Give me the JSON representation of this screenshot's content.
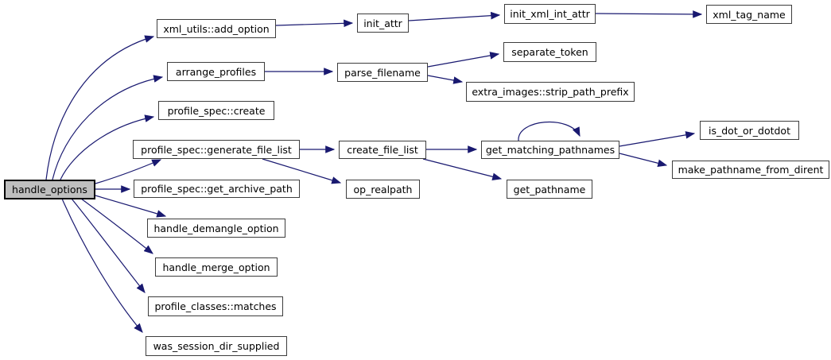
{
  "diagram": {
    "type": "doxygen-call-graph",
    "root": "handle_options",
    "colors": {
      "background": "#ffffff",
      "edge": "#191970",
      "node_fill": "#ffffff",
      "node_border": "#3d3d3d",
      "root_fill": "#bfbfbf",
      "root_border": "#000000",
      "text": "#000000"
    },
    "nodes": {
      "handle_options": {
        "label": "handle_options"
      },
      "xml_utils_add_option": {
        "label": "xml_utils::add_option"
      },
      "arrange_profiles": {
        "label": "arrange_profiles"
      },
      "profile_spec_create": {
        "label": "profile_spec::create"
      },
      "profile_spec_generate_file_list": {
        "label": "profile_spec::generate_file_list"
      },
      "profile_spec_get_archive_path": {
        "label": "profile_spec::get_archive_path"
      },
      "handle_demangle_option": {
        "label": "handle_demangle_option"
      },
      "handle_merge_option": {
        "label": "handle_merge_option"
      },
      "profile_classes_matches": {
        "label": "profile_classes::matches"
      },
      "was_session_dir_supplied": {
        "label": "was_session_dir_supplied"
      },
      "init_attr": {
        "label": "init_attr"
      },
      "parse_filename": {
        "label": "parse_filename"
      },
      "create_file_list": {
        "label": "create_file_list"
      },
      "op_realpath": {
        "label": "op_realpath"
      },
      "init_xml_int_attr": {
        "label": "init_xml_int_attr"
      },
      "separate_token": {
        "label": "separate_token"
      },
      "extra_images_strip_path_prefix": {
        "label": "extra_images::strip_path_prefix"
      },
      "get_matching_pathnames": {
        "label": "get_matching_pathnames"
      },
      "get_pathname": {
        "label": "get_pathname"
      },
      "xml_tag_name": {
        "label": "xml_tag_name"
      },
      "is_dot_or_dotdot": {
        "label": "is_dot_or_dotdot"
      },
      "make_pathname_from_dirent": {
        "label": "make_pathname_from_dirent"
      }
    },
    "edges": [
      {
        "from": "handle_options",
        "to": "xml_utils_add_option"
      },
      {
        "from": "handle_options",
        "to": "arrange_profiles"
      },
      {
        "from": "handle_options",
        "to": "profile_spec_create"
      },
      {
        "from": "handle_options",
        "to": "profile_spec_generate_file_list"
      },
      {
        "from": "handle_options",
        "to": "profile_spec_get_archive_path"
      },
      {
        "from": "handle_options",
        "to": "handle_demangle_option"
      },
      {
        "from": "handle_options",
        "to": "handle_merge_option"
      },
      {
        "from": "handle_options",
        "to": "profile_classes_matches"
      },
      {
        "from": "handle_options",
        "to": "was_session_dir_supplied"
      },
      {
        "from": "xml_utils_add_option",
        "to": "init_attr"
      },
      {
        "from": "init_attr",
        "to": "init_xml_int_attr"
      },
      {
        "from": "init_xml_int_attr",
        "to": "xml_tag_name"
      },
      {
        "from": "arrange_profiles",
        "to": "parse_filename"
      },
      {
        "from": "parse_filename",
        "to": "separate_token"
      },
      {
        "from": "parse_filename",
        "to": "extra_images_strip_path_prefix"
      },
      {
        "from": "profile_spec_generate_file_list",
        "to": "create_file_list"
      },
      {
        "from": "profile_spec_generate_file_list",
        "to": "op_realpath"
      },
      {
        "from": "create_file_list",
        "to": "get_matching_pathnames"
      },
      {
        "from": "create_file_list",
        "to": "get_pathname"
      },
      {
        "from": "get_matching_pathnames",
        "to": "get_matching_pathnames"
      },
      {
        "from": "get_matching_pathnames",
        "to": "is_dot_or_dotdot"
      },
      {
        "from": "get_matching_pathnames",
        "to": "make_pathname_from_dirent"
      }
    ]
  }
}
